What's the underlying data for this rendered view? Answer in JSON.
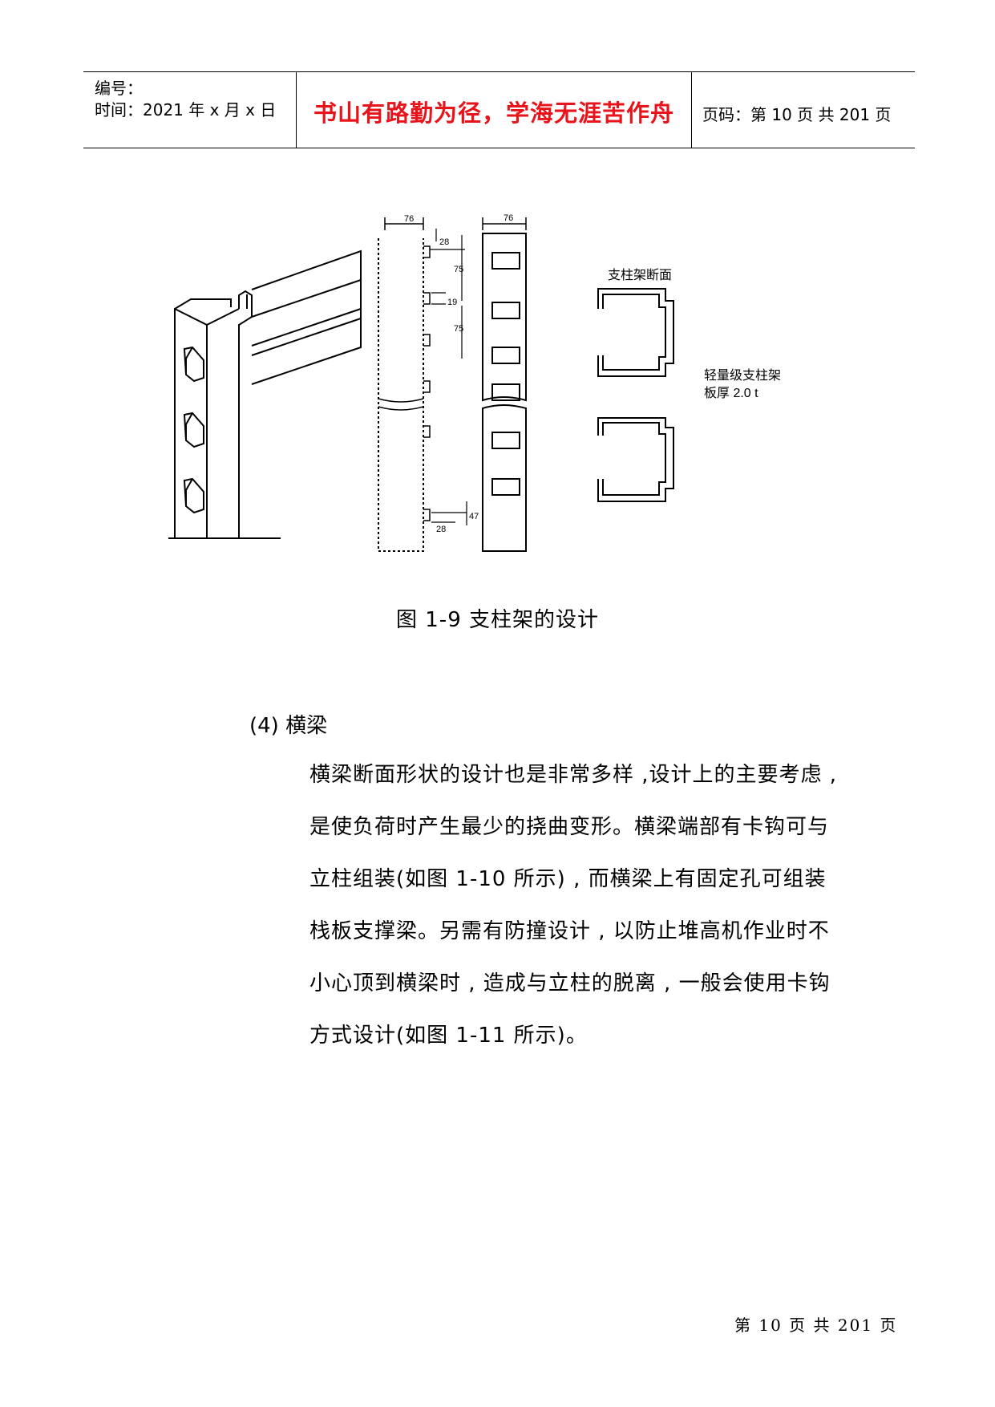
{
  "header": {
    "number_label": "编号：",
    "time_label": "时间：2021 年 x 月 x 日",
    "motto": "书山有路勤为径，学海无涯苦作舟",
    "page_info": "页码：第 10 页  共 201 页"
  },
  "figure": {
    "dim_top_left": "76",
    "dim_top_right": "76",
    "dim_28_top": "28",
    "dim_75_a": "75",
    "dim_19": "19",
    "dim_75_b": "75",
    "dim_47": "47",
    "dim_28_bottom": "28",
    "section_label": "支柱架断面",
    "light_label": "轻量级支柱架",
    "thickness_label": "板厚 2.0 t"
  },
  "caption": "图  1-9  支柱架的设计",
  "section_heading": "(4)  横梁",
  "paragraph_lines": [
    "横梁断面形状的设计也是非常多样 ,设计上的主要考虑 ,",
    "是使负荷时产生最少的挠曲变形。横梁端部有卡钩可与",
    "立柱组装(如图  1-10  所示) , 而横梁上有固定孔可组装",
    "栈板支撑梁。另需有防撞设计 , 以防止堆高机作业时不",
    "小心顶到横梁时 , 造成与立柱的脱离 , 一般会使用卡钩",
    "方式设计(如图  1-11  所示)。"
  ],
  "footer": "第 10 页 共 201 页"
}
